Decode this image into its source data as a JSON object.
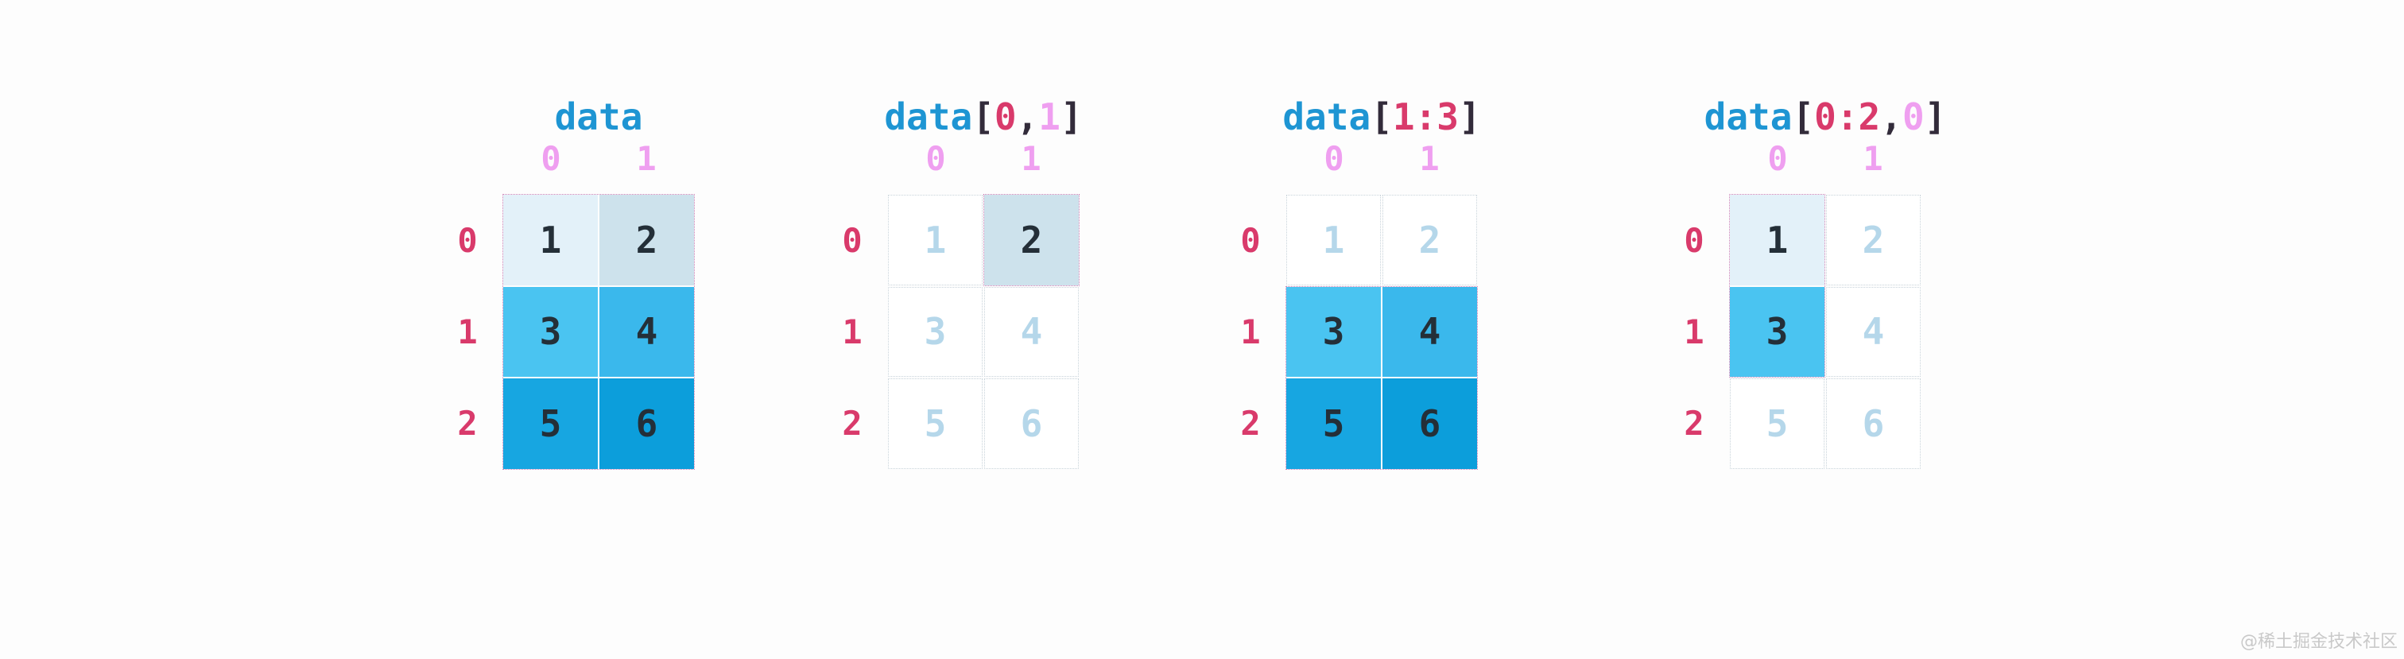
{
  "colors": {
    "background": "#fdfdfd",
    "blue": "#1e95d3",
    "dark": "#322b3a",
    "crimson": "#d93a6b",
    "orchid": "#ef9ff0",
    "col_label": "#ef9ff0",
    "row_label": "#d93a6b",
    "num_dark": "#242f38",
    "num_faded": "#b5d7ea",
    "empty_bg": "#ffffff",
    "empty_border": "#c8d3da",
    "region_border": "#cc7fb5",
    "watermark": "#c9c9c9"
  },
  "matrix": {
    "values": [
      [
        1,
        2
      ],
      [
        3,
        4
      ],
      [
        5,
        6
      ]
    ],
    "cell_colors": [
      [
        "#e3f1f9",
        "#cde2ec"
      ],
      [
        "#4ac4f1",
        "#3ab8ec"
      ],
      [
        "#17a6e1",
        "#0c9edb"
      ]
    ],
    "row_labels": [
      "0",
      "1",
      "2"
    ],
    "col_labels": [
      "0",
      "1"
    ]
  },
  "panels": [
    {
      "id": "data",
      "title_parts": [
        {
          "text": "data",
          "color": "blue"
        }
      ],
      "selected": [
        [
          1,
          1
        ],
        [
          1,
          1
        ],
        [
          1,
          1
        ]
      ]
    },
    {
      "id": "data-0-1",
      "title_parts": [
        {
          "text": "data",
          "color": "blue"
        },
        {
          "text": "[",
          "color": "dark"
        },
        {
          "text": "0",
          "color": "crimson"
        },
        {
          "text": ",",
          "color": "dark"
        },
        {
          "text": "1",
          "color": "orchid"
        },
        {
          "text": "]",
          "color": "dark"
        }
      ],
      "selected": [
        [
          0,
          1
        ],
        [
          0,
          0
        ],
        [
          0,
          0
        ]
      ]
    },
    {
      "id": "data-1-3",
      "title_parts": [
        {
          "text": "data",
          "color": "blue"
        },
        {
          "text": "[",
          "color": "dark"
        },
        {
          "text": "1:3",
          "color": "crimson"
        },
        {
          "text": "]",
          "color": "dark"
        }
      ],
      "selected": [
        [
          0,
          0
        ],
        [
          1,
          1
        ],
        [
          1,
          1
        ]
      ]
    },
    {
      "id": "data-0-2-0",
      "title_parts": [
        {
          "text": "data",
          "color": "blue"
        },
        {
          "text": "[",
          "color": "dark"
        },
        {
          "text": "0:2",
          "color": "crimson"
        },
        {
          "text": ",",
          "color": "dark"
        },
        {
          "text": "0",
          "color": "orchid"
        },
        {
          "text": "]",
          "color": "dark"
        }
      ],
      "selected": [
        [
          1,
          0
        ],
        [
          1,
          0
        ],
        [
          0,
          0
        ]
      ]
    }
  ],
  "watermark": {
    "text": "@稀土掘金技术社区"
  }
}
